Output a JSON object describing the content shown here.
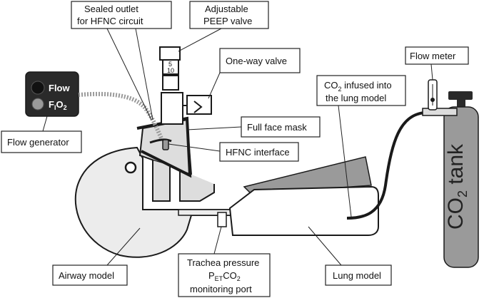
{
  "colors": {
    "outline": "#1a1a1a",
    "airway_fill": "#ececec",
    "mask_fill": "#dddddd",
    "tank_fill": "#9a9a9a",
    "tube_fill": "#b5b5b5",
    "dark_fill": "#2a2a2a"
  },
  "flow_generator": {
    "flow_text": "Flow",
    "fio2_main": "F",
    "fio2_sub1": "I",
    "fio2_o": "O",
    "fio2_sub2": "2",
    "label": "Flow generator"
  },
  "labels": {
    "sealed_outlet_1": "Sealed outlet",
    "sealed_outlet_2": "for HFNC circuit",
    "peep_1": "Adjustable",
    "peep_2": "PEEP valve",
    "one_way": "One-way valve",
    "co2_infused_1a": "CO",
    "co2_infused_1b": "2",
    "co2_infused_1c": " infused into",
    "co2_infused_2": "the lung model",
    "flow_meter": "Flow meter",
    "full_face_mask": "Full face mask",
    "hfnc_interface": "HFNC interface",
    "airway_model": "Airway model",
    "trachea_1": "Trachea pressure",
    "trachea_2a": "P",
    "trachea_2b": "ET",
    "trachea_2c": "CO",
    "trachea_2d": "2",
    "trachea_3": "monitoring port",
    "lung_model": "Lung model",
    "tank_a": "CO",
    "tank_b": "2",
    "tank_c": " tank",
    "peep_mark_top": "5",
    "peep_mark_bottom": "10"
  }
}
